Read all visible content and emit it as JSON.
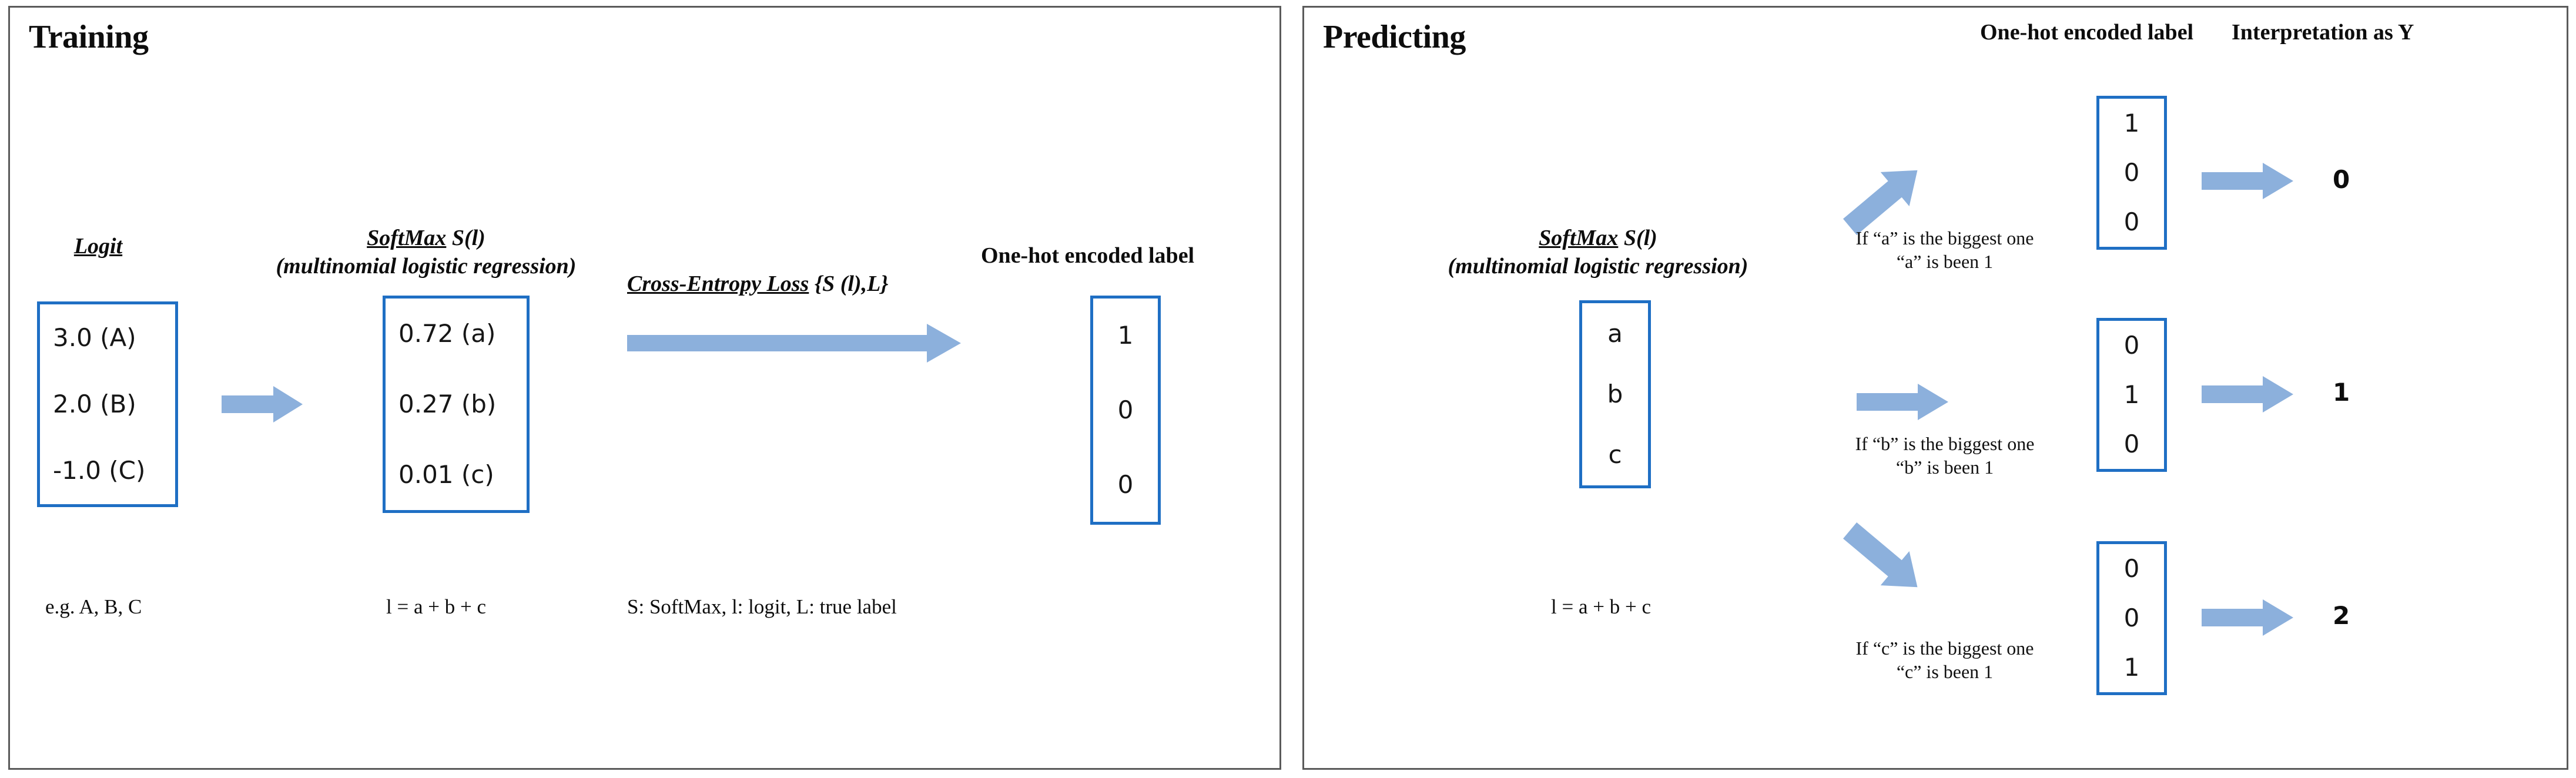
{
  "figure": {
    "accent_blue_box": "#1f6fc4",
    "arrow_blue": "#8cb0dc",
    "panel_border": "#5a5a5a"
  },
  "training": {
    "title": "Training",
    "logit": {
      "heading": "Logit",
      "values": [
        "3.0 (A)",
        "2.0 (B)",
        "-1.0 (C)"
      ],
      "note": "e.g. A, B, C"
    },
    "softmax": {
      "heading_underlined": "SoftMax",
      "heading_rest": " S(l)",
      "subheading": "(multinomial logistic regression)",
      "values": [
        "0.72 (a)",
        "0.27 (b)",
        "0.01 (c)"
      ],
      "note": "l = a + b + c"
    },
    "loss": {
      "heading_underlined": "Cross-Entropy Loss",
      "heading_rest": " {S (l),L}",
      "note": "S: SoftMax, l: logit, L: true label"
    },
    "onehot": {
      "heading": "One-hot encoded label",
      "values": [
        "1",
        "0",
        "0"
      ]
    }
  },
  "predicting": {
    "title": "Predicting",
    "column_headers": {
      "onehot": "One-hot encoded label",
      "interpretation": "Interpretation as Y"
    },
    "softmax": {
      "heading_underlined": "SoftMax",
      "heading_rest": " S(l)",
      "subheading": "(multinomial logistic regression)",
      "values": [
        "a",
        "b",
        "c"
      ],
      "note": "l = a + b + c"
    },
    "branches": [
      {
        "condition_line1": "If “a” is the biggest one",
        "condition_line2": "“a” is been 1",
        "onehot": [
          "1",
          "0",
          "0"
        ],
        "y": "0",
        "arrow_direction": "up-right"
      },
      {
        "condition_line1": "If “b” is the biggest one",
        "condition_line2": "“b” is been 1",
        "onehot": [
          "0",
          "1",
          "0"
        ],
        "y": "1",
        "arrow_direction": "right"
      },
      {
        "condition_line1": "If “c” is the biggest one",
        "condition_line2": "“c” is been 1",
        "onehot": [
          "0",
          "0",
          "1"
        ],
        "y": "2",
        "arrow_direction": "down-right"
      }
    ]
  }
}
